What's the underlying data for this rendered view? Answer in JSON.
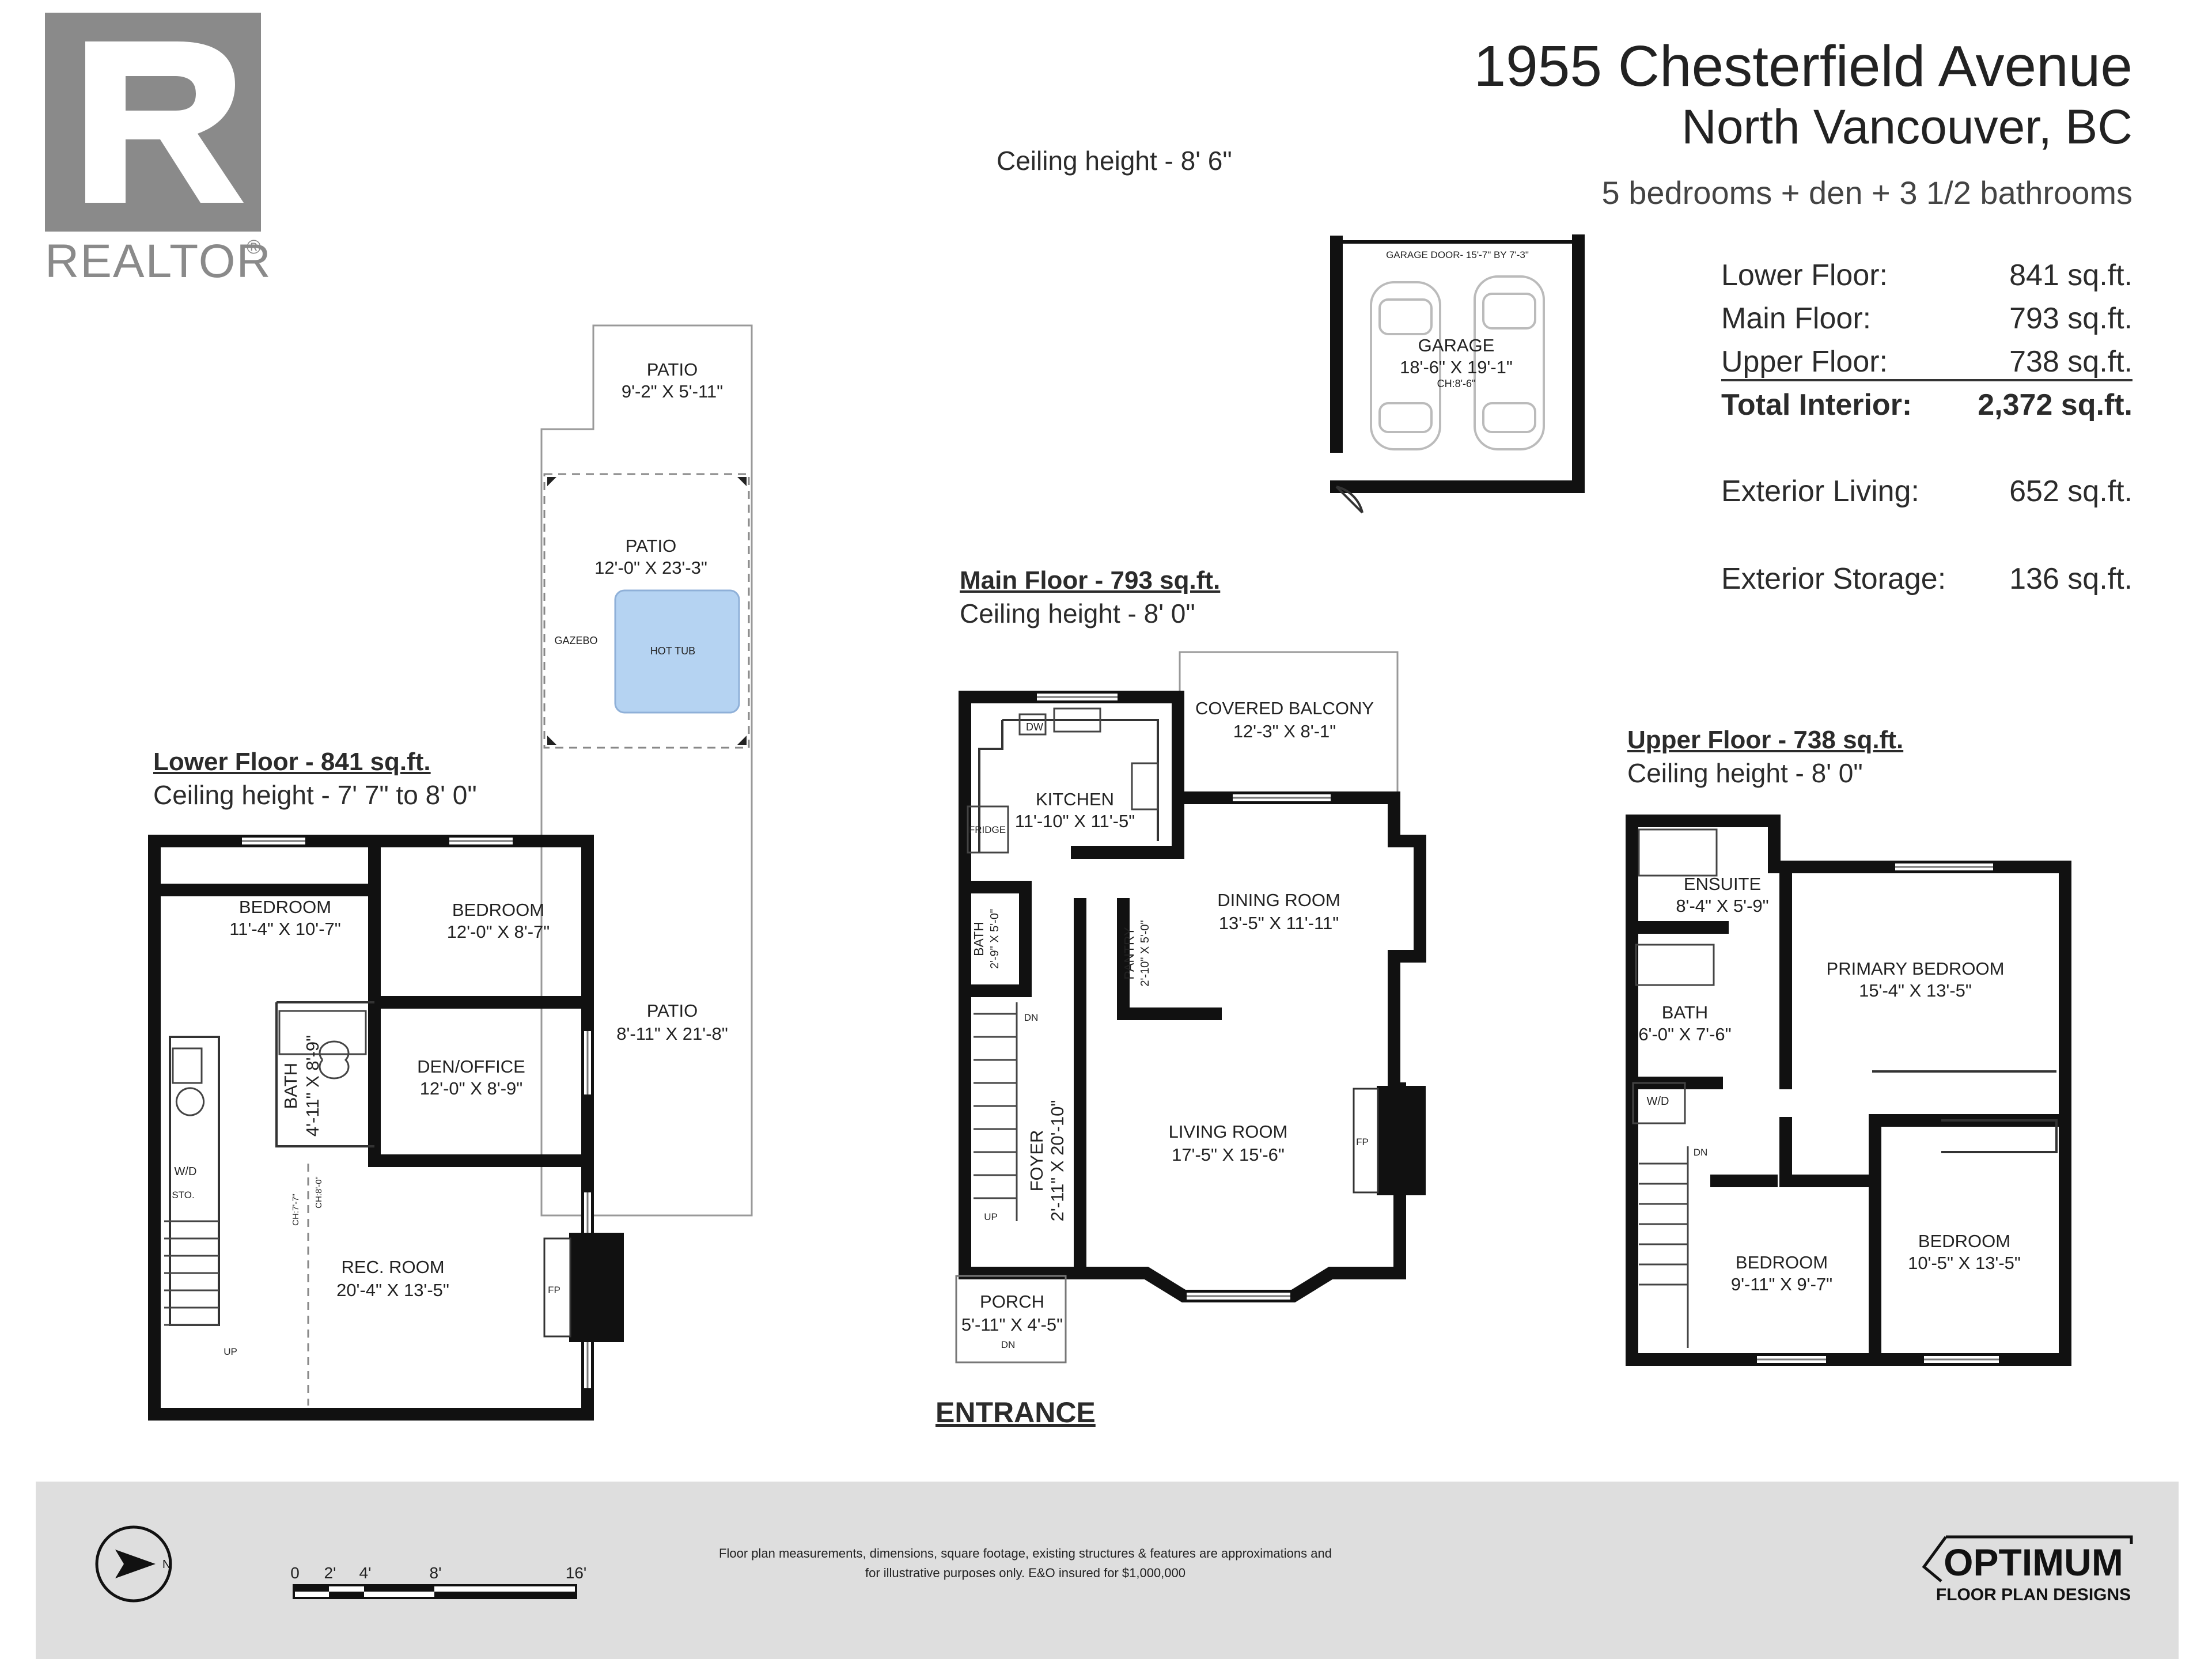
{
  "header": {
    "address": "1955 Chesterfield Avenue",
    "city": "North Vancouver, BC",
    "summary": "5 bedrooms + den + 3 1/2 bathrooms",
    "top_ceiling": "Ceiling height - 8' 6\""
  },
  "logo": {
    "text": "REALTOR",
    "reg": "®"
  },
  "area_table": [
    {
      "label": "Lower Floor:",
      "value": "841 sq.ft."
    },
    {
      "label": "Main Floor:",
      "value": "793 sq.ft."
    },
    {
      "label": "Upper Floor:",
      "value": "738 sq.ft."
    },
    {
      "label": "Total Interior:",
      "value": "2,372 sq.ft."
    },
    {
      "label": "Exterior Living:",
      "value": "652 sq.ft."
    },
    {
      "label": "Exterior Storage:",
      "value": "136 sq.ft."
    }
  ],
  "lower_floor": {
    "title": "Lower Floor - 841 sq.ft.",
    "ceiling": "Ceiling height - 7' 7\" to 8' 0\"",
    "rooms": [
      {
        "name": "BEDROOM",
        "dims": "11'-4\" X 10'-7\""
      },
      {
        "name": "BEDROOM",
        "dims": "12'-0\" X 8'-7\""
      },
      {
        "name": "DEN/OFFICE",
        "dims": "12'-0\" X 8'-9\""
      },
      {
        "name": "BATH",
        "dims": "4'-11\" X 8'-9\""
      },
      {
        "name": "REC. ROOM",
        "dims": "20'-4\" X 13'-5\""
      }
    ],
    "labels": {
      "wd": "W/D",
      "sto": "STO.",
      "up": "UP",
      "fp": "FP",
      "ch1": "CH:7'-7\"",
      "ch2": "CH:8'-0\""
    }
  },
  "patio": {
    "top": {
      "name": "PATIO",
      "dims": "9'-2\" X 5'-11\""
    },
    "middle": {
      "name": "PATIO",
      "dims": "12'-0\" X 23'-3\""
    },
    "side": {
      "name": "PATIO",
      "dims": "8'-11\" X 21'-8\""
    },
    "gazebo": "GAZEBO",
    "hot_tub": "HOT TUB"
  },
  "garage": {
    "door": "GARAGE DOOR- 15'-7\" BY 7'-3\"",
    "name": "GARAGE",
    "dims": "18'-6\" X 19'-1\"",
    "ceiling": "CH:8'-6\""
  },
  "main_floor": {
    "title": "Main Floor - 793 sq.ft.",
    "ceiling": "Ceiling height - 8' 0\"",
    "rooms": [
      {
        "name": "COVERED BALCONY",
        "dims": "12'-3\" X 8'-1\""
      },
      {
        "name": "KITCHEN",
        "dims": "11'-10\" X 11'-5\""
      },
      {
        "name": "DINING ROOM",
        "dims": "13'-5\" X 11'-11\""
      },
      {
        "name": "LIVING ROOM",
        "dims": "17'-5\" X 15'-6\""
      },
      {
        "name": "PORCH",
        "dims": "5'-11\" X 4'-5\""
      }
    ],
    "bath": "BATH",
    "bath_dims": "2'-9\" X 5'-0\"",
    "pantry": "PANTRY",
    "pantry_dims": "2'-10\" X 5'-0\"",
    "foyer": "FOYER",
    "foyer_dims": "2'-11\" X 20'-10\"",
    "labels": {
      "dw": "DW",
      "fridge": "FRIDGE",
      "dn": "DN",
      "up": "UP",
      "fp": "FP",
      "porch_dn": "DN"
    },
    "entrance": "ENTRANCE"
  },
  "upper_floor": {
    "title": "Upper Floor - 738 sq.ft.",
    "ceiling": "Ceiling height - 8' 0\"",
    "rooms": [
      {
        "name": "ENSUITE",
        "dims": "8'-4\" X 5'-9\""
      },
      {
        "name": "PRIMARY BEDROOM",
        "dims": "15'-4\" X 13'-5\""
      },
      {
        "name": "BATH",
        "dims": "6'-0\" X 7'-6\""
      },
      {
        "name": "BEDROOM",
        "dims": "9'-11\" X 9'-7\""
      },
      {
        "name": "BEDROOM",
        "dims": "10'-5\" X 13'-5\""
      }
    ],
    "labels": {
      "wd": "W/D",
      "dn": "DN"
    }
  },
  "footer": {
    "disclaimer_1": "Floor plan measurements, dimensions, square footage, existing structures & features are approximations and",
    "disclaimer_2": "for illustrative purposes only.  E&O insured for $1,000,000",
    "scale_ticks": [
      "0",
      "2'",
      "4'",
      "8'",
      "16'"
    ],
    "compass": "N",
    "brand": "OPTIMUM",
    "brand_sub": "FLOOR PLAN DESIGNS"
  },
  "colors": {
    "hot_tub": "#b5d3f2",
    "footer": "#dedede",
    "logo": "#8a8a8a",
    "wall": "#111111"
  }
}
